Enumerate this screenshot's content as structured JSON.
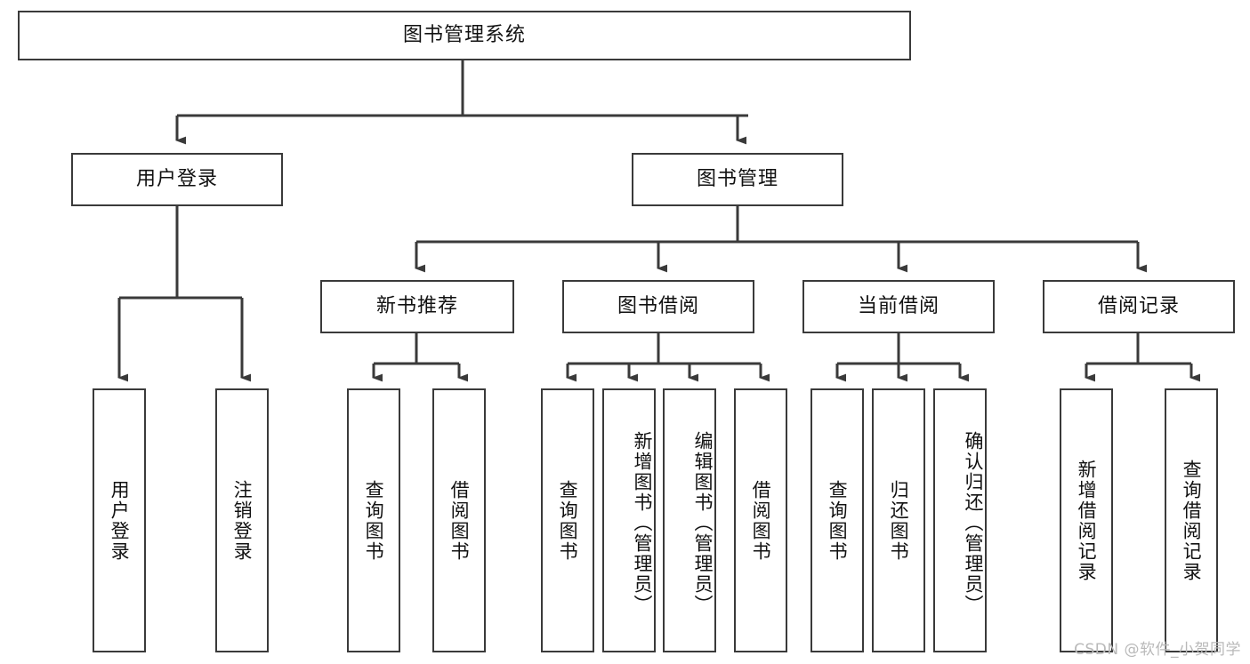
{
  "diagram": {
    "title": "图书管理系统",
    "watermark": "CSDN @软件_小贺同学",
    "stroke_color": "#3a3a3a",
    "text_color": "#111111",
    "background_color": "#ffffff",
    "root": {
      "label": "图书管理系统"
    },
    "level2": [
      {
        "id": "user-login",
        "label": "用户登录"
      },
      {
        "id": "book-management",
        "label": "图书管理"
      }
    ],
    "level3": [
      {
        "id": "new-book-recommend",
        "label": "新书推荐"
      },
      {
        "id": "book-borrow",
        "label": "图书借阅"
      },
      {
        "id": "current-borrow",
        "label": "当前借阅"
      },
      {
        "id": "borrow-record",
        "label": "借阅记录"
      }
    ],
    "leaves": {
      "user_login": [
        {
          "id": "leaf-user-login",
          "label": "用户登录"
        },
        {
          "id": "leaf-logout-login",
          "label": "注销登录"
        }
      ],
      "new_book_recommend": [
        {
          "id": "leaf-query-book-1",
          "label": "查询图书"
        },
        {
          "id": "leaf-borrow-book-1",
          "label": "借阅图书"
        }
      ],
      "book_borrow": [
        {
          "id": "leaf-query-book-2",
          "label": "查询图书"
        },
        {
          "id": "leaf-add-book",
          "label": "新增图书（管理员）"
        },
        {
          "id": "leaf-edit-book",
          "label": "编辑图书（管理员）"
        },
        {
          "id": "leaf-borrow-book-2",
          "label": "借阅图书"
        }
      ],
      "current_borrow": [
        {
          "id": "leaf-query-book-3",
          "label": "查询图书"
        },
        {
          "id": "leaf-return-book",
          "label": "归还图书"
        },
        {
          "id": "leaf-confirm-return",
          "label": "确认归还（管理员）"
        }
      ],
      "borrow_record": [
        {
          "id": "leaf-add-record",
          "label": "新增借阅记录"
        },
        {
          "id": "leaf-query-record",
          "label": "查询借阅记录"
        }
      ]
    }
  }
}
